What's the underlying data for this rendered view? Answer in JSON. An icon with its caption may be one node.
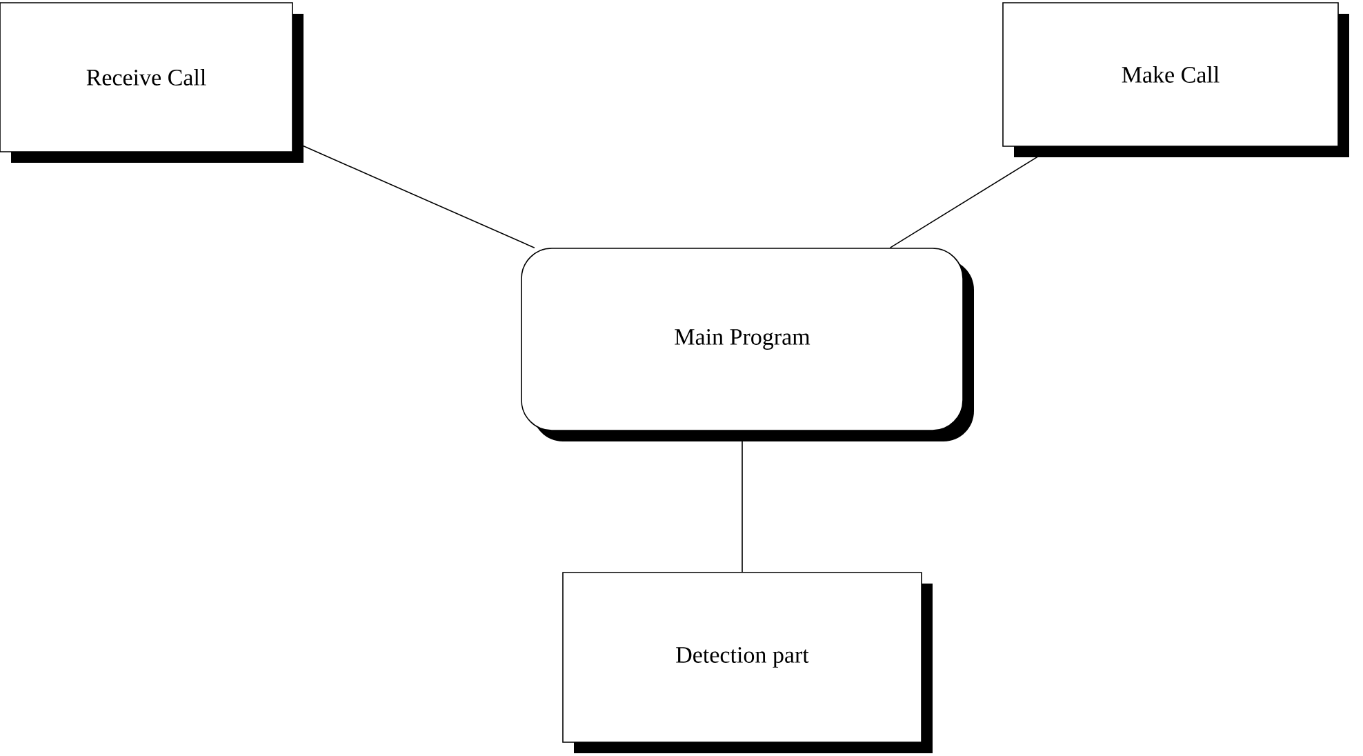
{
  "diagram": {
    "nodes": [
      {
        "text": [
          "Receive Call"
        ]
      },
      {
        "text": [
          "Make Call"
        ]
      },
      {
        "text": [
          "Main Program"
        ]
      },
      {
        "text": [
          "Detection part"
        ]
      }
    ],
    "edges": [
      {
        "from": 0,
        "to": 2,
        "arrow": "none"
      },
      {
        "from": 1,
        "to": 2,
        "arrow": "none"
      },
      {
        "from": 2,
        "to": 3,
        "arrow": "none"
      }
    ]
  }
}
